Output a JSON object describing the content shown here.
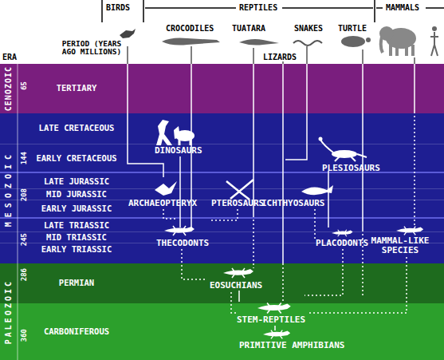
{
  "diagram": {
    "nodes": [
      {
        "text": [
          "CENOZOIC"
        ]
      },
      {
        "text": [
          "TERTIARY"
        ],
        "in": 0
      },
      {
        "text": [
          "MESOZOIC"
        ]
      },
      {
        "text": [
          "LATE CRETACEOUS"
        ],
        "in": 2
      },
      {
        "text": [
          "EARLY CRETACEOUS"
        ],
        "in": 2
      },
      {
        "text": [
          "LATE JURASSIC"
        ],
        "in": 2
      },
      {
        "text": [
          "MID JURASSIC"
        ],
        "in": 2
      },
      {
        "text": [
          "EARLY JURASSIC"
        ],
        "in": 2
      },
      {
        "text": [
          "LATE TRIASSIC"
        ],
        "in": 2
      },
      {
        "text": [
          "MID TRIASSIC"
        ],
        "in": 2
      },
      {
        "text": [
          "EARLY TRIASSIC"
        ],
        "in": 2
      },
      {
        "text": [
          "PALEOZOIC"
        ]
      },
      {
        "text": [
          "PERMIAN"
        ],
        "in": 11
      },
      {
        "text": [
          "CARBONIFEROUS"
        ],
        "in": 11
      }
    ],
    "labels": [
      "BIRDS",
      "REPTILES",
      "MAMMALS",
      "ERA",
      "PERIOD (YEARS AGO MILLIONS)",
      "CROCODILES",
      "TUATARA",
      "SNAKES",
      "TURTLE",
      "LIZARDS",
      "65",
      "144",
      "208",
      "245",
      "286",
      "360",
      "DINOSAURS",
      "PLESIOSAURS",
      "ARCHAEOPTERYX",
      "PTEROSAURS",
      "ICHTHYOSAURS",
      "THECODONTS",
      "PLACODONTS",
      "MAMMAL-LIKE SPECIES",
      "EOSUCHIANS",
      "STEM-REPTILES",
      "PRIMITIVE AMPHIBIANS"
    ]
  }
}
